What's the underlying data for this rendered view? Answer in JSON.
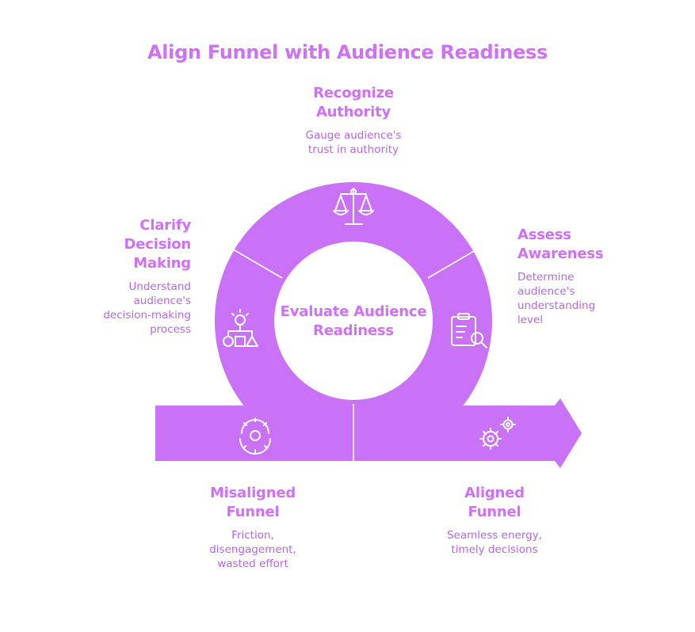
{
  "title": "Align Funnel with Audience Readiness",
  "center": {
    "line1": "Evaluate Audience",
    "line2": "Readiness"
  },
  "stages": {
    "recognize_authority": {
      "heading_lines": [
        "Recognize",
        "Authority"
      ],
      "desc_lines": [
        "Gauge audience's",
        "trust in authority"
      ],
      "icon": "scales-icon"
    },
    "assess_awareness": {
      "heading_lines": [
        "Assess",
        "Awareness"
      ],
      "desc_lines": [
        "Determine",
        "audience's",
        "understanding",
        "level"
      ],
      "icon": "clipboard-search-icon"
    },
    "clarify_decision_making": {
      "heading_lines": [
        "Clarify",
        "Decision",
        "Making"
      ],
      "desc_lines": [
        "Understand",
        "audience's",
        "decision-making",
        "process"
      ],
      "icon": "decision-tree-icon"
    },
    "misaligned_funnel": {
      "heading_lines": [
        "Misaligned",
        "Funnel"
      ],
      "desc_lines": [
        "Friction,",
        "disengagement,",
        "wasted effort"
      ],
      "icon": "broken-gear-icon"
    },
    "aligned_funnel": {
      "heading_lines": [
        "Aligned",
        "Funnel"
      ],
      "desc_lines": [
        "Seamless energy,",
        "timely decisions"
      ],
      "icon": "gears-icon"
    }
  },
  "colors": {
    "accent": "#d070f7",
    "shape_fill": "#c971f7",
    "desc_text": "#b565e6",
    "divider": "#ffffff",
    "icon_stroke": "#ffffff"
  }
}
